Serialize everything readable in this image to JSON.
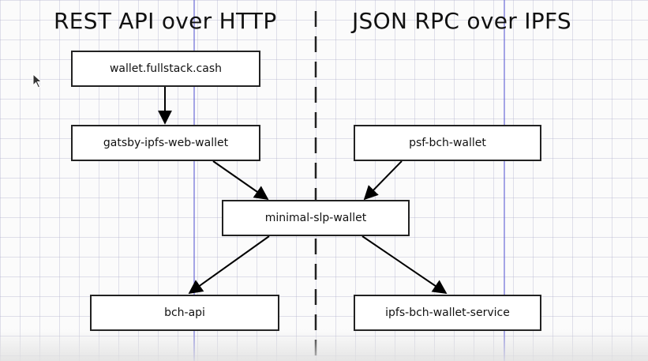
{
  "headings": {
    "left": "REST API over HTTP",
    "right": "JSON RPC over IPFS"
  },
  "nodes": {
    "wallet_fullstack": "wallet.fullstack.cash",
    "gatsby_ipfs_web_wallet": "gatsby-ipfs-web-wallet",
    "psf_bch_wallet": "psf-bch-wallet",
    "minimal_slp_wallet": "minimal-slp-wallet",
    "bch_api": "bch-api",
    "ipfs_bch_wallet_service": "ipfs-bch-wallet-service"
  },
  "colors": {
    "guide_line": "#6a6ad8",
    "box_border": "#222222",
    "divider": "#222222"
  }
}
